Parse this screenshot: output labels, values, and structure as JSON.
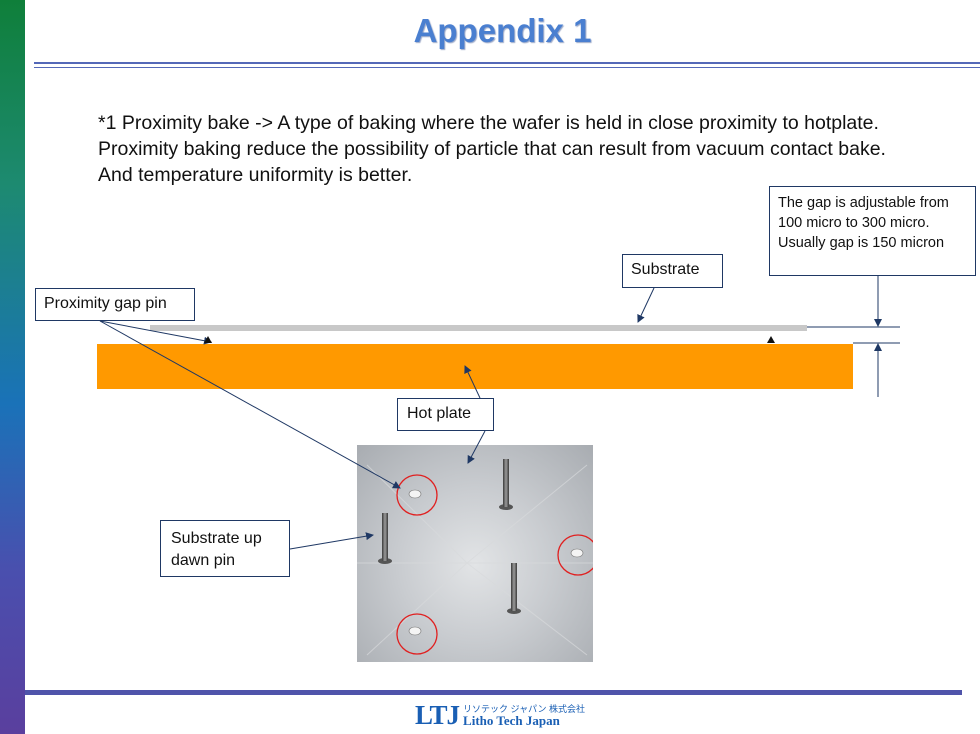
{
  "title": "Appendix 1",
  "description": "*1 Proximity bake -> A type of baking where the wafer is held in close proximity to hotplate. Proximity baking reduce the possibility of particle that can result from vacuum contact bake. And temperature uniformity is better.",
  "callouts": {
    "gap": "The gap is adjustable from 100 micro to 300 micro. Usually gap is 150 micron",
    "substrate": "Substrate",
    "proximity_pin": "Proximity gap pin",
    "hot_plate": "Hot plate",
    "updown_pin": "Substrate up dawn pin"
  },
  "colors": {
    "hotplate": "#ff9900",
    "substrate": "#c8c8c8",
    "title": "#4a7fd0",
    "pin_circles": "#e02020",
    "arrows": "#1f3864"
  },
  "logo": {
    "mark": "LTJ",
    "japanese": "リソテック ジャパン 株式会社",
    "english": "Litho Tech Japan"
  }
}
